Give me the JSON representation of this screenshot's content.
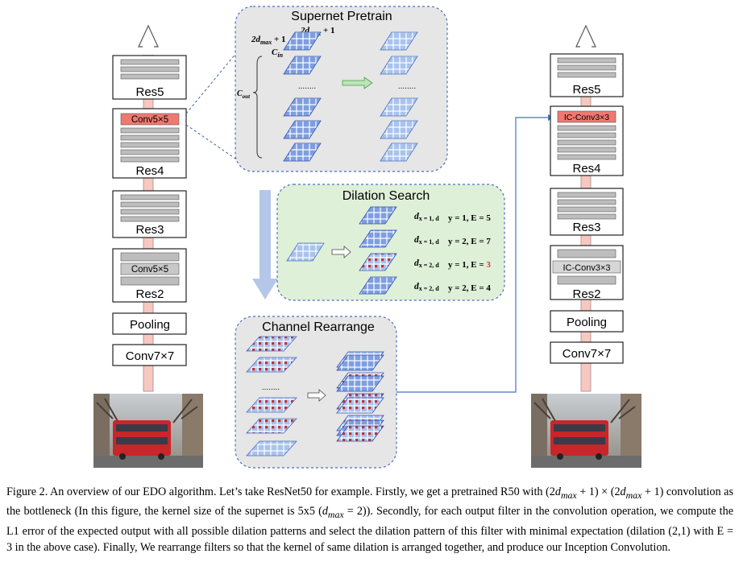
{
  "left_network": {
    "res5": "Res5",
    "res4": "Res4",
    "res4_highlight": "Conv5×5",
    "res3": "Res3",
    "res2": "Res2",
    "res2_box": "Conv5×5",
    "pooling": "Pooling",
    "stem": "Conv7×7"
  },
  "right_network": {
    "res5": "Res5",
    "res4": "Res4",
    "res4_highlight": "IC-Conv3×3",
    "res3": "Res3",
    "res2": "Res2",
    "res2_box": "IC-Conv3×3",
    "pooling": "Pooling",
    "stem": "Conv7×7"
  },
  "supernet": {
    "title": "Supernet Pretrain",
    "dim_top": "2d",
    "dim_top_sub": "max",
    "dim_top_suffix": " + 1",
    "dim_left": "2d",
    "dim_left_sub": "max",
    "dim_left_suffix": " + 1",
    "cin": "C",
    "cin_sub": "in",
    "cout": "C",
    "cout_sub": "out",
    "ellipsis_left": "........",
    "ellipsis_right": "........"
  },
  "dilation_search": {
    "title": "Dilation Search",
    "rows": [
      {
        "pre": "d",
        "text": "x = 1, d",
        "text2": "y = 1, E = ",
        "e": "5",
        "red": false
      },
      {
        "pre": "d",
        "text": "x = 1, d",
        "text2": "y = 2, E = ",
        "e": "7",
        "red": false
      },
      {
        "pre": "d",
        "text": "x = 2, d",
        "text2": "y = 1, E = ",
        "e": "3",
        "red": true
      },
      {
        "pre": "d",
        "text": "x = 2, d",
        "text2": "y = 2, E = ",
        "e": "4",
        "red": false
      }
    ]
  },
  "channel_rearrange": {
    "title": "Channel Rearrange",
    "ellipsis": "........"
  },
  "colors": {
    "grid_blue": "#6f8fd6",
    "grid_dark": "#2f4fb0",
    "highlight_red": "#f08080",
    "dilation_red": "#e03030",
    "supernet_bg": "#e6e6e6",
    "search_bg": "#dff0d8",
    "arrow_blue": "#4472c4",
    "column_pink": "#f8c0b8"
  },
  "caption": {
    "p1": "Figure 2. An overview of our EDO algorithm. Let’s take ResNet50 for example. Firstly, we get a pretrained R50 with (2",
    "m1": "d",
    "m1sub": "max",
    "p2": " + 1) × (2",
    "m2": "d",
    "m2sub": "max",
    "p3": " + 1) convolution as the bottleneck (In this figure, the kernel size of the supernet is 5x5 (",
    "m3": "d",
    "m3sub": "max",
    "p4": " = 2)). Secondly, for each output filter in the convolution operation, we compute the L1 error of the expected output with all possible dilation patterns and select the dilation pattern of this filter with minimal expectation (dilation (2,1) with E = 3 in the above case). Finally, We rearrange filters so that the kernel of same dilation is arranged together, and produce our Inception Convolution."
  }
}
